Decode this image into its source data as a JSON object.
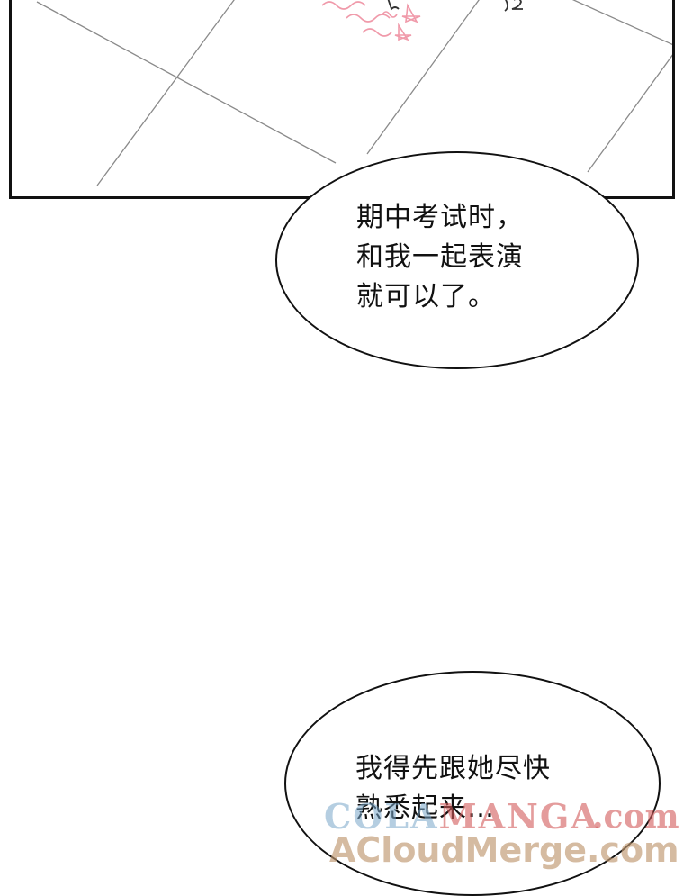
{
  "dialogue": {
    "bubble_1_lines": [
      "期中考试时，",
      "和我一起表演",
      "就可以了。"
    ],
    "bubble_2_lines": [
      "我得先跟她尽快",
      "熟悉起来…"
    ]
  },
  "watermarks": {
    "line_1_prefix": "COLA",
    "line_1_accent": "MANGA",
    "line_1_suffix": ".com",
    "line_2": "ACloudMerge.com"
  }
}
